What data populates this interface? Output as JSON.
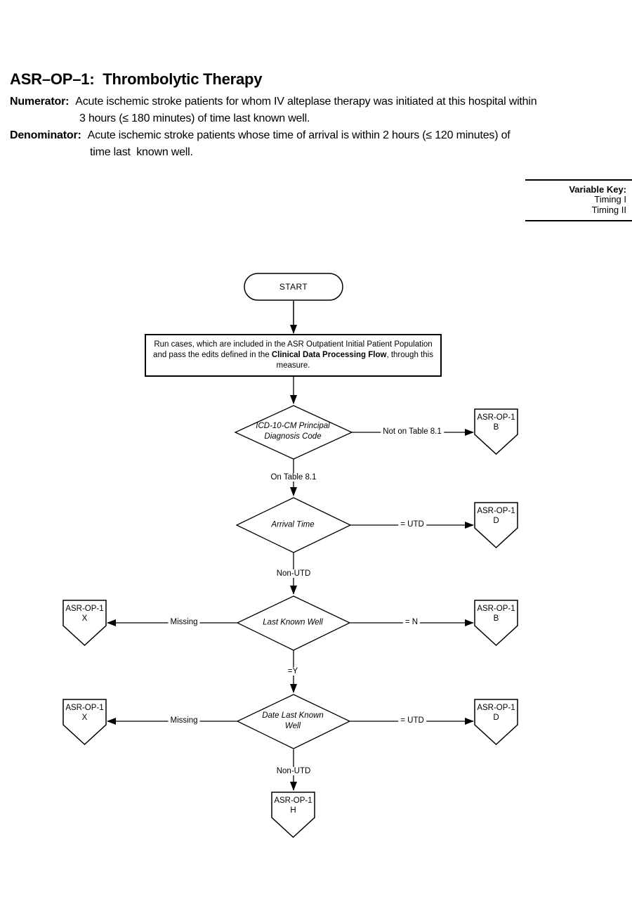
{
  "header": {
    "title": "ASR–OP–1:  Thrombolytic Therapy",
    "numerator_label": "Numerator:",
    "numerator_text": "Acute ischemic stroke patients for whom IV alteplase therapy was initiated at this hospital within",
    "numerator_text2": "3 hours (≤ 180 minutes) of time last known well.",
    "denominator_label": "Denominator:",
    "denominator_text": "Acute ischemic stroke patients whose time of arrival is within 2 hours (≤ 120 minutes) of",
    "denominator_text2": "time last  known well."
  },
  "variable_key": {
    "title": "Variable Key:",
    "item1": "Timing I",
    "item2": "Timing II"
  },
  "flowchart": {
    "start_label": "START",
    "process": {
      "line1": "Run cases, which are included in the ASR Outpatient Initial Patient Population",
      "line2_pre": "and pass the edits defined in the ",
      "line2_bold": "Clinical Data Processing Flow",
      "line2_post": ", through this",
      "line3": "measure."
    },
    "decision1": "ICD-10-CM Principal\nDiagnosis Code",
    "decision2": "Arrival Time",
    "decision3": "Last Known Well",
    "decision4": "Date Last Known\nWell",
    "labels": {
      "not_on_table": "Not on Table 8.1",
      "on_table": "On Table 8.1",
      "utd1": "= UTD",
      "non_utd1": "Non-UTD",
      "missing1": "Missing",
      "eq_n": "= N",
      "eq_y": "=Y",
      "missing2": "Missing",
      "utd2": "= UTD",
      "non_utd2": "Non-UTD"
    },
    "connectors": {
      "b1": {
        "l1": "ASR-OP-1",
        "l2": "B"
      },
      "d1": {
        "l1": "ASR-OP-1",
        "l2": "D"
      },
      "x1": {
        "l1": "ASR-OP-1",
        "l2": "X"
      },
      "b2": {
        "l1": "ASR-OP-1",
        "l2": "B"
      },
      "x2": {
        "l1": "ASR-OP-1",
        "l2": "X"
      },
      "d2": {
        "l1": "ASR-OP-1",
        "l2": "D"
      },
      "h1": {
        "l1": "ASR-OP-1",
        "l2": "H"
      }
    }
  }
}
